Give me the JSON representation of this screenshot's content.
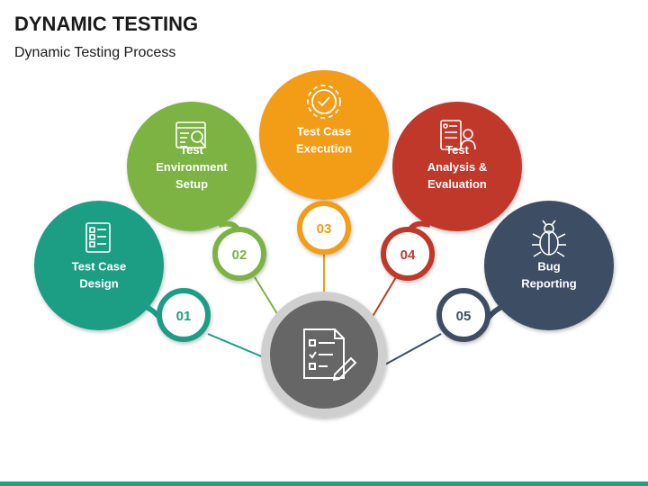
{
  "header": {
    "title": "DYNAMIC TESTING",
    "subtitle": "Dynamic Testing Process"
  },
  "steps": [
    {
      "number": "01",
      "label_lines": [
        "Test Case",
        "Design"
      ],
      "color": "#1a9e85",
      "icon": "checklist-icon"
    },
    {
      "number": "02",
      "label_lines": [
        "Test",
        "Environment",
        "Setup"
      ],
      "color": "#7cb342",
      "icon": "settings-search-icon"
    },
    {
      "number": "03",
      "label_lines": [
        "Test Case",
        "Execution"
      ],
      "color": "#f39c12",
      "icon": "gear-check-icon"
    },
    {
      "number": "04",
      "label_lines": [
        "Test",
        "Analysis &",
        "Evaluation"
      ],
      "color": "#c0392b",
      "icon": "analyst-icon"
    },
    {
      "number": "05",
      "label_lines": [
        "Bug",
        "Reporting"
      ],
      "color": "#3d4d63",
      "icon": "bug-icon"
    }
  ],
  "hub": {
    "color": "#666666",
    "icon": "document-edit-icon"
  },
  "accent_color": "#17a589"
}
